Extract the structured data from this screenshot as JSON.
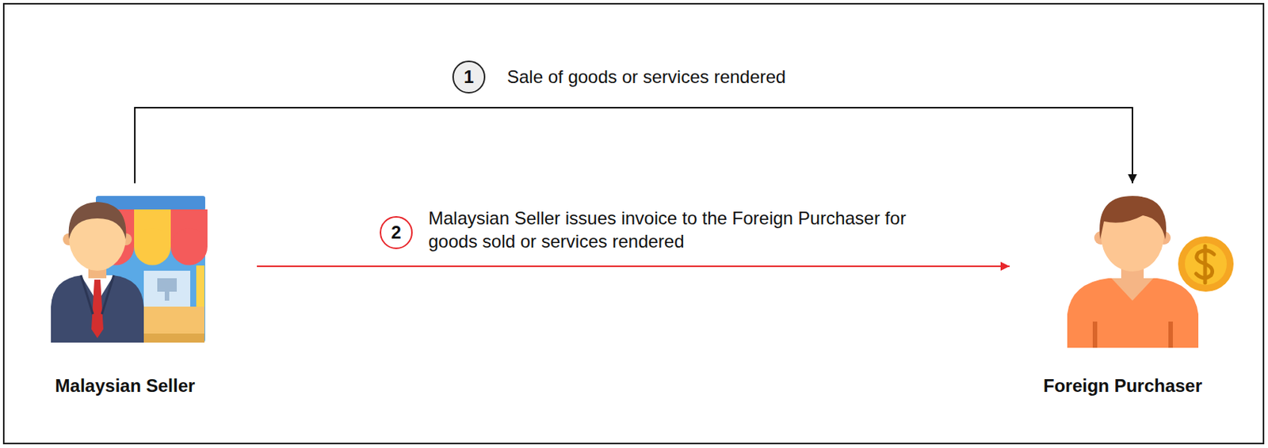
{
  "diagram": {
    "nodes": [
      {
        "text": [
          "Malaysian Seller"
        ]
      },
      {
        "text": [
          "Foreign Purchaser"
        ]
      }
    ],
    "edges": [
      {
        "from": 0,
        "to": 1,
        "arrow": "to",
        "label": "Sale of goods or services rendered"
      },
      {
        "from": 0,
        "to": 1,
        "arrow": "to",
        "label": "Malaysian Seller issues invoice to the Foreign Purchaser for goods sold or services rendered"
      }
    ],
    "labels": [
      "1",
      "2"
    ]
  }
}
